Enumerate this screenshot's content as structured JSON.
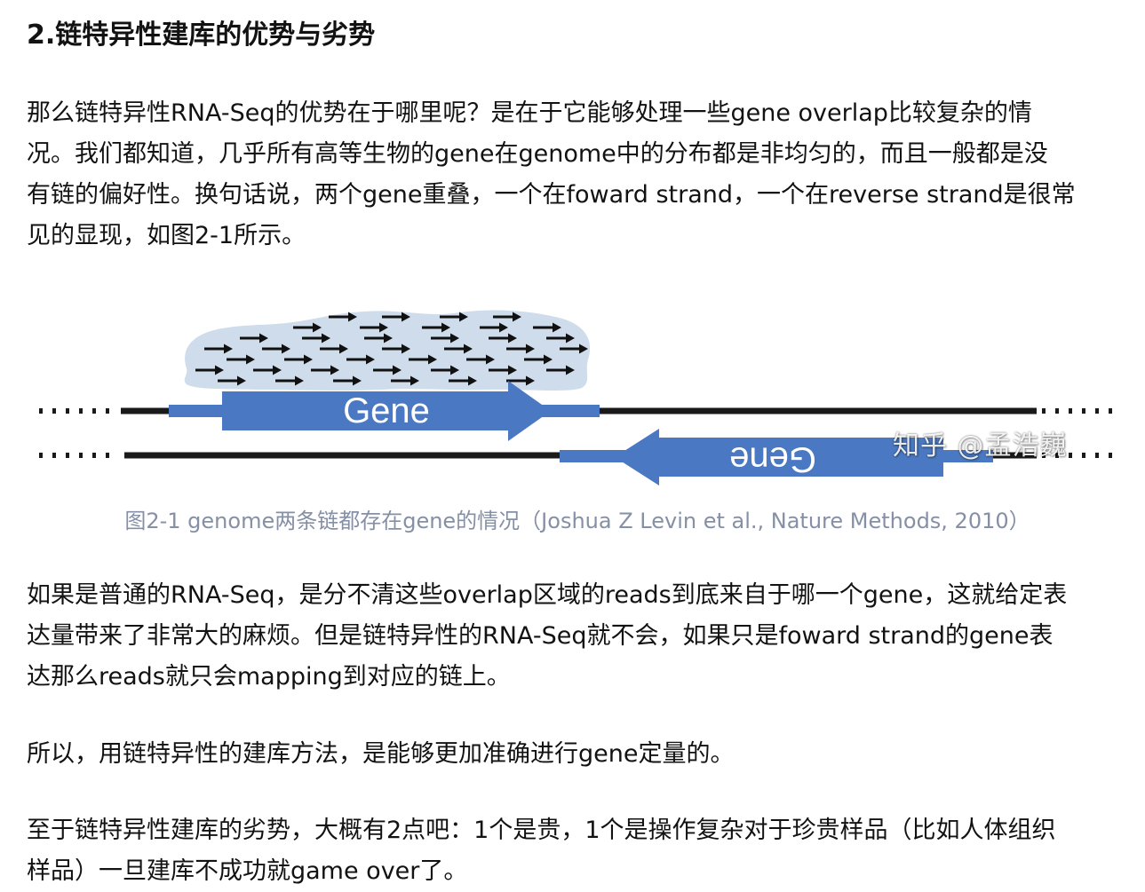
{
  "article": {
    "heading": "2.链特异性建库的优势与劣势",
    "paragraph1": {
      "lines": [
        "那么链特异性RNA-Seq的优势在于哪里呢？是在于它能够处理一些gene overlap比较复杂的情",
        "况。我们都知道，几乎所有高等生物的gene在genome中的分布都是非均匀的，而且一般都是没",
        "有链的偏好性。换句话说，两个gene重叠，一个在foward strand，一个在reverse strand是很常",
        "见的显现，如图2-1所示。"
      ]
    },
    "figure": {
      "gene_forward_label": "Gene",
      "gene_reverse_label": "Gene",
      "watermark": "知乎 @孟浩巍",
      "caption": "图2-1 genome两条链都存在gene的情况（Joshua Z Levin et al., Nature Methods, 2010）",
      "colors": {
        "gene": "#4a78c2",
        "reads_cloud": "#cfdcec",
        "strand": "#1a1a1a",
        "arrow": "#111111"
      }
    },
    "paragraph2": {
      "lines": [
        "如果是普通的RNA-Seq，是分不清这些overlap区域的reads到底来自于哪一个gene，这就给定表",
        "达量带来了非常大的麻烦。但是链特异性的RNA-Seq就不会，如果只是foward strand的gene表",
        "达那么reads就只会mapping到对应的链上。"
      ]
    },
    "paragraph3": {
      "lines": [
        "所以，用链特异性的建库方法，是能够更加准确进行gene定量的。"
      ]
    },
    "paragraph4": {
      "lines": [
        "至于链特异性建库的劣势，大概有2点吧：1个是贵，1个是操作复杂对于珍贵样品（比如人体组织",
        "样品）一旦建库不成功就game over了。"
      ]
    }
  }
}
